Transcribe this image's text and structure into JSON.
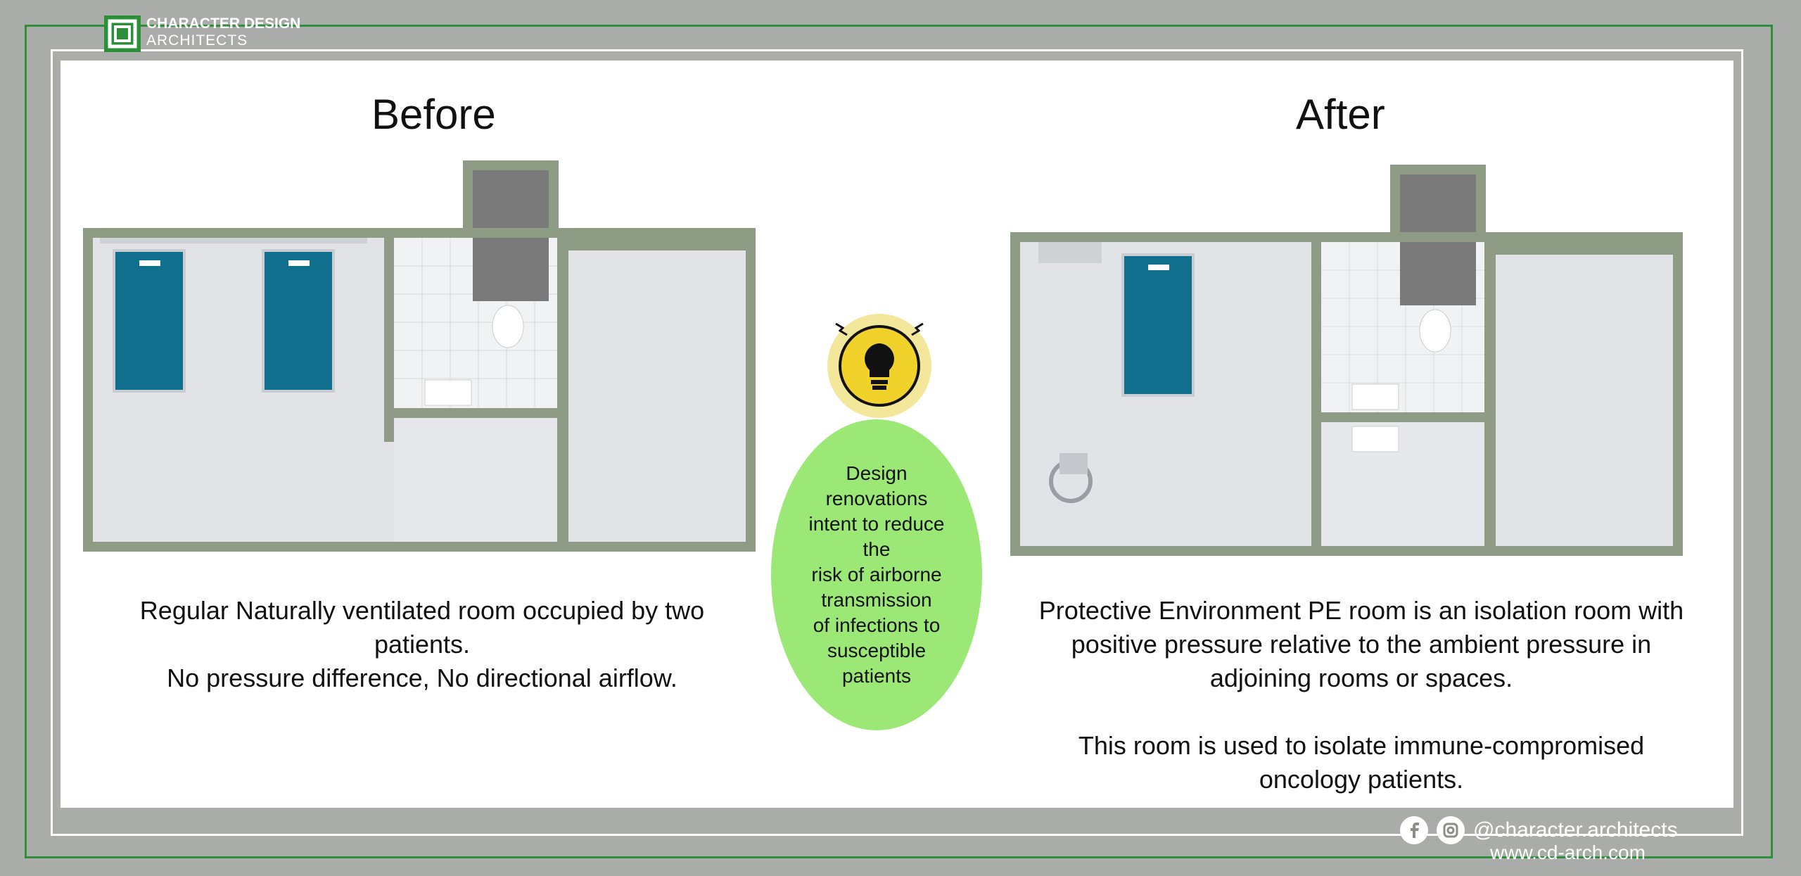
{
  "brand": {
    "line1": "CHARACTER DESIGN",
    "line2": "ARCHITECTS",
    "color": "#2d8f3a"
  },
  "before": {
    "title": "Before",
    "caption_lines": [
      "Regular Naturally ventilated room occupied by two",
      "patients.",
      "No pressure difference, No directional airflow."
    ]
  },
  "after": {
    "title": "After",
    "caption_lines": [
      "Protective Environment PE room is an isolation room with",
      "positive pressure relative to the ambient pressure in",
      "adjoining rooms or spaces.",
      "",
      "This room is used to isolate immune-compromised",
      "oncology patients."
    ]
  },
  "center_note": {
    "lines": [
      "Design renovations",
      "intent to reduce the",
      "risk of airborne",
      "transmission",
      "of infections to",
      "susceptible",
      "patients"
    ],
    "bubble_color": "#9be876",
    "icon": "lightbulb-icon"
  },
  "footer": {
    "handle": "@character.architects",
    "website": "www.cd-arch.com",
    "icons": [
      "facebook-icon",
      "instagram-icon"
    ]
  },
  "colors": {
    "wall": "#8e9c86",
    "floor": "#e2e3e6",
    "bed": "#0f6f8c",
    "frame_green": "#2d8f3a",
    "background": "#a9aca8"
  }
}
